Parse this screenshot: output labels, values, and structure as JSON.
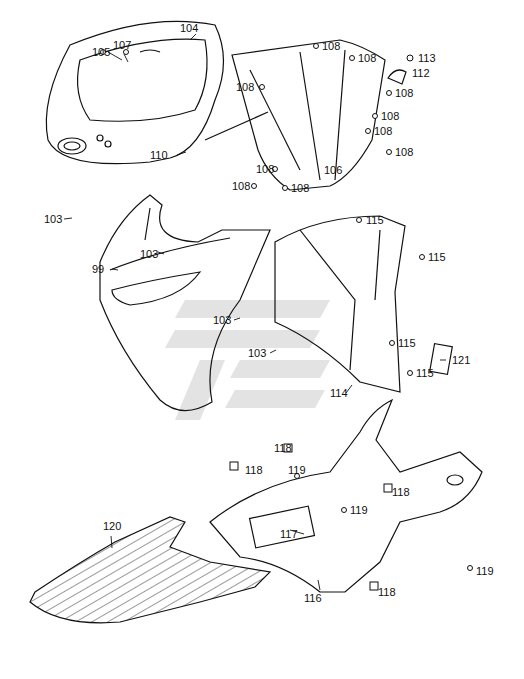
{
  "diagram": {
    "labels": [
      "105",
      "107",
      "104",
      "108",
      "108",
      "113",
      "112",
      "108",
      "108",
      "108",
      "108",
      "110",
      "108",
      "106",
      "108",
      "108",
      "108",
      "103",
      "115",
      "103",
      "115",
      "99",
      "103",
      "115",
      "121",
      "103",
      "115",
      "114",
      "118",
      "118",
      "119",
      "118",
      "119",
      "120",
      "117",
      "119",
      "116",
      "118"
    ]
  }
}
